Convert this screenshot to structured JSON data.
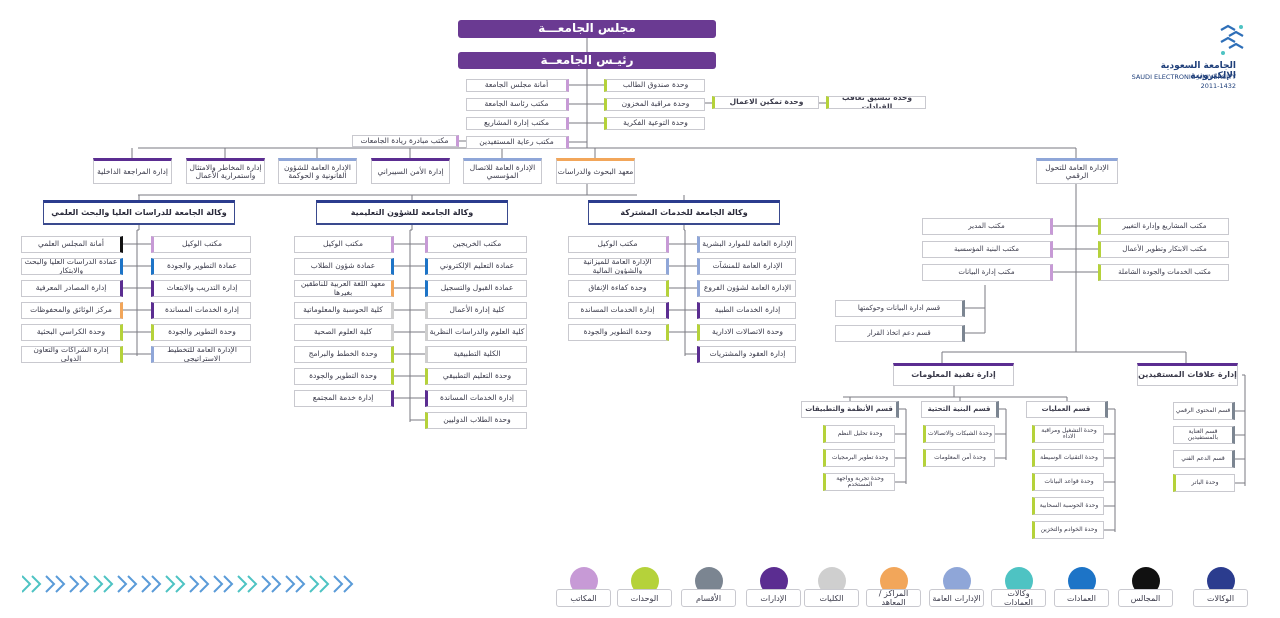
{
  "palette": {
    "councils": "#111111",
    "deanships": "#1d74c7",
    "deanship_agencies": "#4ec3c3",
    "general_admins": "#8fa6d8",
    "centers": "#f2a65a",
    "colleges": "#cfcfcf",
    "administrations": "#5b2d91",
    "departments": "#7b8591",
    "units": "#b5d23a",
    "offices": "#c79ad6",
    "vice_agencies": "#2b3c8e"
  },
  "logo": {
    "name_ar": "الجامعة السعودية الإلكترونية",
    "name_en": "SAUDI ELECTRONIC UNIVERSITY",
    "years": "2011-1432"
  },
  "top": {
    "council": "مجلس الجامعـــة",
    "president": "رئيـس الجامعــة"
  },
  "president_left_units": [
    "وحدة صندوق الطالب",
    "وحدة مراقبة المخزون",
    "وحدة التوعية الفكرية"
  ],
  "enablement_unit": "وحدة تمكين الاعمال",
  "leadership_unit": "وحدة تنسيق تعاقب القيادات",
  "president_right_offices": [
    "أمانة مجلس الجامعة",
    "مكتب رئاسة الجامعة",
    "مكتب إدارة المشاريع",
    "مكتب رعاية المستفيدين"
  ],
  "entrepreneurship_office": "مكتب مبادرة ريادة الجامعات",
  "direct_admins": [
    {
      "label": "معهد البحوث والدراسات",
      "kind": "centers"
    },
    {
      "label": "الإدارة العامة للاتصال المؤسسي",
      "kind": "general_admins"
    },
    {
      "label": "إدارة الأمن السيبراني",
      "kind": "administrations"
    },
    {
      "label": "الإدارة العامة للشؤون القانونية و الحوكمة",
      "kind": "general_admins"
    },
    {
      "label": "إدارة المخاطر والامتثال واستمرارية الأعمال",
      "kind": "administrations"
    },
    {
      "label": "إدارة المراجعة الداخلية",
      "kind": "administrations"
    }
  ],
  "digital": {
    "title": "الإدارة العامة للتحول الرقمي",
    "right_units": [
      "مكتب المشاريع وإدارة التغيير",
      "مكتب الابتكار وتطوير الأعمال",
      "مكتب الخدمات والجودة الشاملة"
    ],
    "left_offices": [
      "مكتب المدير",
      "مكتب البنية المؤسسية",
      "مكتب إدارة البيانات"
    ],
    "data_sections": [
      "قسم ادارة البيانات وحوكمتها",
      "قسم دعم اتخاذ القرار"
    ],
    "it": {
      "title": "إدارة تقنية المعلومات",
      "groups": [
        {
          "title": "قسم العمليات",
          "units": [
            "وحدة التشغيل ومراقبة الاداء",
            "وحدة التقنيات الوسيطة",
            "وحدة قواعد البيانات",
            "وحدة الحوسبة السحابية",
            "وحدة الخوادم والتخزين"
          ]
        },
        {
          "title": "قسم البنية التحتية",
          "units": [
            "وحدة الشبكات والاتصالات",
            "وحدة أمن المعلومات"
          ]
        },
        {
          "title": "قسم الأنظمة والتطبيقات",
          "units": [
            "وحدة تحليل النظم",
            "وحدة تطوير البرمجيات",
            "وحدة تجربة وواجهة المستخدم"
          ]
        }
      ]
    },
    "beneficiaries": {
      "title": "إدارة علاقات المستفيدين",
      "items": [
        "قسم المحتوى الرقمي",
        "قسم العناية بالمستفيدين",
        "قسم الدعم الفني",
        "وحدة الباتر"
      ]
    }
  },
  "vp_shared": {
    "title": "وكالة الجامعة للخدمات المشتركة",
    "right": [
      "الإدارة العامة للموارد البشرية",
      "الإدارة العامة للمنشآت",
      "الإدارة العامة لشؤون الفروع",
      "إدارة الخدمات الطبية",
      "وحدة الاتصالات الادارية",
      "إدارة العقود والمشتريات"
    ],
    "left": [
      "مكتب الوكيل",
      "الإدارة العامة للميزانية والشؤون المالية",
      "وحدة كفاءة الإنفاق",
      "إدارة الخدمات المساندة",
      "وحدة التطوير والجودة"
    ]
  },
  "vp_edu": {
    "title": "وكالة الجامعة للشؤون التعليمية",
    "right": [
      "مكتب الخريجين",
      "عمادة التعليم الإلكتروني",
      "عمادة القبول والتسجيل",
      "كلية إدارة الأعمال",
      "كلية العلوم والدراسات النظرية",
      "الكلية التطبيقية",
      "وحدة التعليم التطبيقي",
      "إدارة الخدمات المساندة",
      "وحدة الطلاب الدوليين"
    ],
    "left": [
      "مكتب الوكيل",
      "عمادة شؤون الطلاب",
      "معهد اللغة العربية للناطقين بغيرها",
      "كلية الحوسبة والمعلوماتية",
      "كلية العلوم الصحية",
      "وحدة الخطط والبرامج",
      "وحدة التطوير والجودة",
      "إدارة خدمة المجتمع"
    ]
  },
  "vp_grad": {
    "title": "وكالة الجامعة للدراسات العليا والبحث العلمي",
    "right": [
      "مكتب الوكيل",
      "عمادة التطوير والجودة",
      "إدارة التدريب والابتعاث",
      "إدارة الخدمات المساندة",
      "وحدة التطوير والجودة",
      "الإدارة العامة للتخطيط الاستراتيجي"
    ],
    "left": [
      "أمانة المجلس العلمي",
      "عمادة الدراسات العليا والبحث والابتكار",
      "إدارة المصادر المعرفية",
      "مركز الوثائق والمحفوظات",
      "وحدة الكراسي البحثية",
      "إدارة الشراكات والتعاون الدولي"
    ]
  },
  "legend": [
    {
      "label": "الوكالات",
      "key": "vice_agencies"
    },
    {
      "label": "المجالس",
      "key": "councils"
    },
    {
      "label": "العمادات",
      "key": "deanships"
    },
    {
      "label": "وكالات العمادات",
      "key": "deanship_agencies"
    },
    {
      "label": "الإدارات العامة",
      "key": "general_admins"
    },
    {
      "label": "المراكز / المعاهد",
      "key": "centers"
    },
    {
      "label": "الكليات",
      "key": "colleges"
    },
    {
      "label": "الإدارات",
      "key": "administrations"
    },
    {
      "label": "الأقسام",
      "key": "departments"
    },
    {
      "label": "الوحدات",
      "key": "units"
    },
    {
      "label": "المكاتب",
      "key": "offices"
    }
  ]
}
